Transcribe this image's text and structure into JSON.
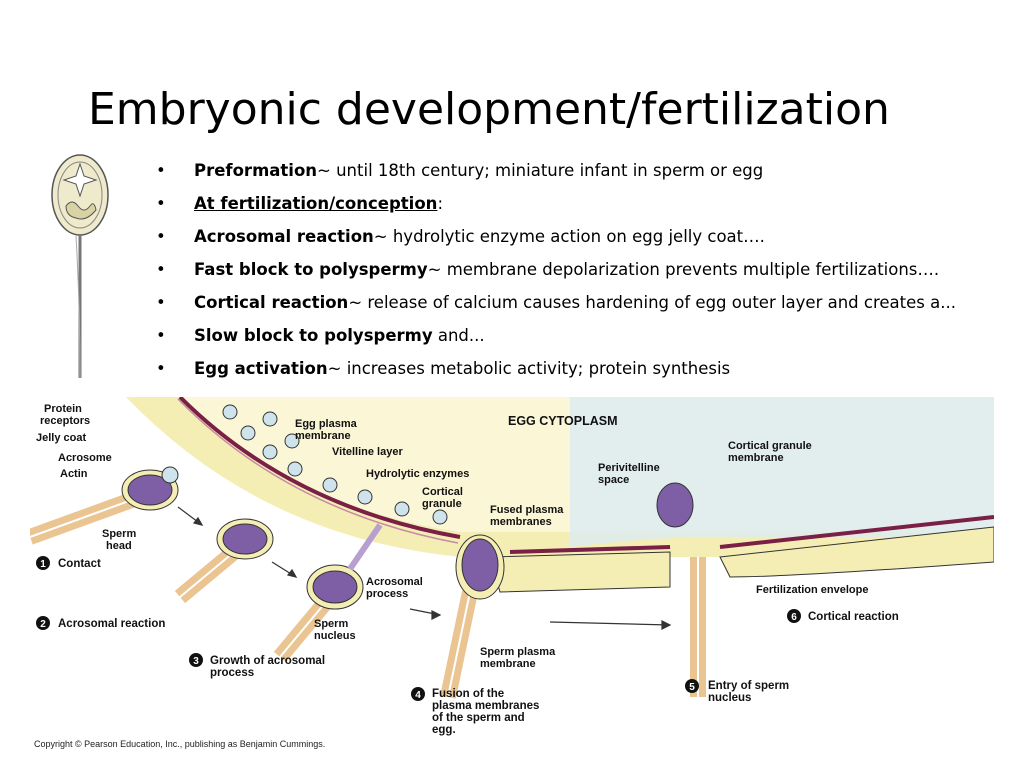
{
  "slide": {
    "title": "Embryonic development/fertilization",
    "bullet_symbol": "•",
    "bullets": [
      {
        "term": "Preformation",
        "rest": "~ until 18th century; miniature infant in sperm or egg"
      },
      {
        "term": "At fertilization/conception",
        "rest": ":"
      },
      {
        "term": "Acrosomal reaction",
        "rest": "~ hydrolytic enzyme action on egg jelly coat…."
      },
      {
        "term": "Fast block to polyspermy",
        "rest": "~ membrane depolarization prevents multiple fertilizations…."
      },
      {
        "term": "Cortical reaction",
        "rest": "~ release of calcium causes hardening of egg outer layer and creates a..."
      },
      {
        "term": "Slow block to polyspermy",
        "rest": " and..."
      },
      {
        "term": "Egg activation",
        "rest": "~ increases metabolic activity; protein synthesis"
      }
    ]
  },
  "diagram": {
    "header": "EGG CYTOPLASM",
    "labels": {
      "protein_receptors_1": "Protein",
      "protein_receptors_2": "receptors",
      "jelly_coat": "Jelly coat",
      "acrosome": "Acrosome",
      "actin": "Actin",
      "sperm_head_1": "Sperm",
      "sperm_head_2": "head",
      "egg_plasma_membrane_1": "Egg plasma",
      "egg_plasma_membrane_2": "membrane",
      "vitelline_layer": "Vitelline layer",
      "hydrolytic_enzymes": "Hydrolytic enzymes",
      "cortical_granule_1": "Cortical",
      "cortical_granule_2": "granule",
      "fused_plasma_1": "Fused plasma",
      "fused_plasma_2": "membranes",
      "perivitelline_1": "Perivitelline",
      "perivitelline_2": "space",
      "cgm_1": "Cortical granule",
      "cgm_2": "membrane",
      "acrosomal_process_1": "Acrosomal",
      "acrosomal_process_2": "process",
      "sperm_nucleus_1": "Sperm",
      "sperm_nucleus_2": "nucleus",
      "sperm_plasma_1": "Sperm plasma",
      "sperm_plasma_2": "membrane",
      "fertilization_envelope": "Fertilization envelope"
    },
    "steps": {
      "s1_num": "1",
      "s1": "Contact",
      "s2_num": "2",
      "s2": "Acrosomal reaction",
      "s3_num": "3",
      "s3_1": "Growth of acrosomal",
      "s3_2": "process",
      "s4_num": "4",
      "s4_1": "Fusion of the",
      "s4_2": "plasma membranes",
      "s4_3": "of the sperm and",
      "s4_4": "egg.",
      "s5_num": "5",
      "s5_1": "Entry of sperm",
      "s5_2": "nucleus",
      "s6_num": "6",
      "s6": "Cortical reaction"
    },
    "copyright": "Copyright © Pearson Education, Inc., publishing as Benjamin Cummings.",
    "colors": {
      "jelly": "#f5eeb4",
      "vitelline": "#7a1f45",
      "sperm_head": "#7e5fa6",
      "granule": "#cfe3ec",
      "cytoplasm_dots": "#dcebf2"
    }
  }
}
